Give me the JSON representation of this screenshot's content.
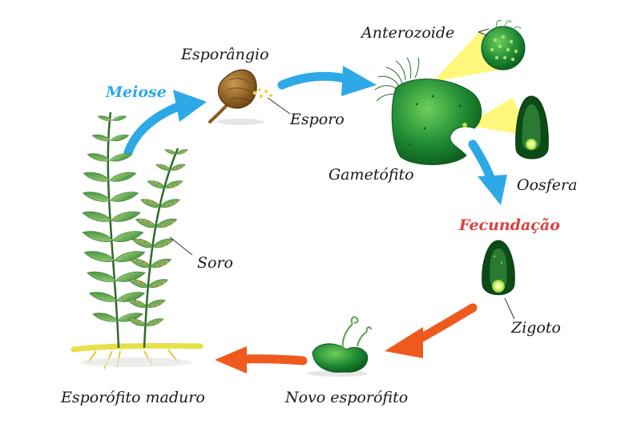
{
  "labels": {
    "meiose": "Meiose",
    "esporangio": "Esporângio",
    "esporo": "Esporo",
    "anterozoide": "Anterozoide",
    "gametofito": "Gametófito",
    "oosfera": "Oosfera",
    "fecundacao": "Fecundação",
    "soro": "Soro",
    "zigoto": "Zigoto",
    "esporofito_maduro": "Esporófito maduro",
    "novo_esporofito": "Novo esporófito"
  },
  "colors": {
    "meiose_arrow": "#2da9e8",
    "fecundacao_arrow": "#ee5a1e",
    "meiose_text": "#2da9e8",
    "fecundacao_text": "#dc3f3f",
    "plant_green": "#2f8a3a",
    "gametophyte_green": "#1f8a34",
    "sporangium_brown": "#8b5a1e",
    "highlight_yellow": "#fff44f"
  }
}
